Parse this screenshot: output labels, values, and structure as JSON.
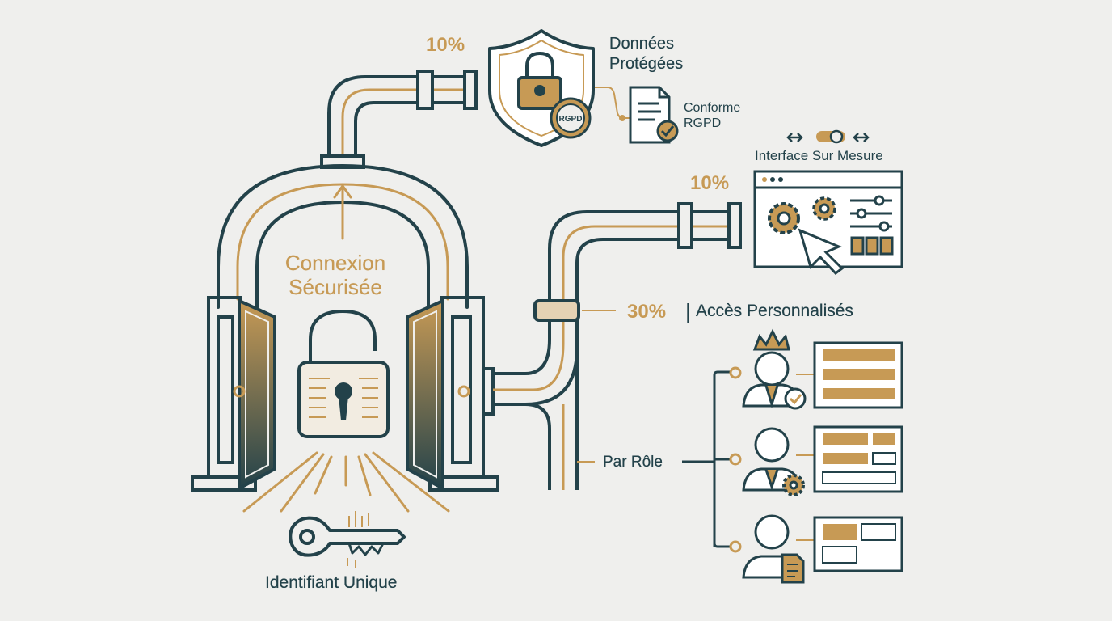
{
  "diagram": {
    "percent_top": "10%",
    "donnees_line1": "Données",
    "donnees_line2": "Protégées",
    "rgpd_badge": "RGPD",
    "conforme_line1": "Conforme",
    "conforme_line2": "RGPD",
    "interface_label": "Interface Sur Mesure",
    "percent_mid": "10%",
    "percent_30": "30%",
    "separator": "|",
    "acces_label": "Accès Personnalisés",
    "connexion_line1": "Connexion",
    "connexion_line2": "Sécurisée",
    "par_role": "Par Rôle",
    "identifiant": "Identifiant Unique"
  },
  "colors": {
    "dark": "#23424a",
    "gold": "#c79a55",
    "background": "#efefed"
  },
  "icons": [
    "shield-lock-icon",
    "rgpd-seal-icon",
    "document-check-icon",
    "slider-toggle-icon",
    "browser-settings-icon",
    "padlock-open-icon",
    "key-icon",
    "admin-crown-icon",
    "user-gear-icon",
    "user-document-icon"
  ]
}
